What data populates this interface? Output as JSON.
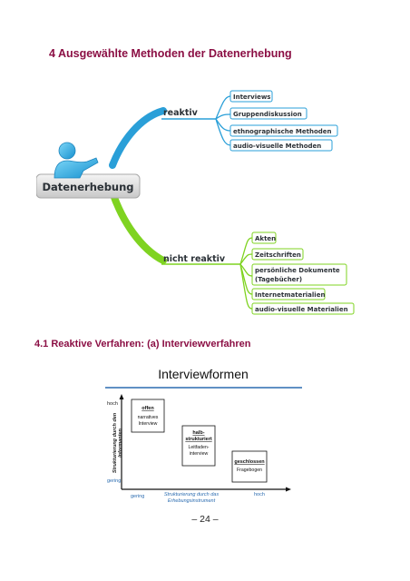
{
  "section_heading": "4 Ausgewählte Methoden der Datenerhebung",
  "mindmap": {
    "root": "Datenerhebung",
    "branches": [
      {
        "label": "reaktiv",
        "color": "#2a9fd8",
        "items": [
          "Interviews",
          "Gruppendiskussion",
          "ethnographische Methoden",
          "audio-visuelle Methoden"
        ]
      },
      {
        "label": "nicht reaktiv",
        "color": "#7fd321",
        "items": [
          "Akten",
          "Zeitschriften",
          "persönliche Dokumente",
          "(Tagebücher)",
          "Internetmaterialien",
          "audio-visuelle Materialien"
        ]
      }
    ]
  },
  "subsection_heading": "4.1 Reaktive Verfahren: (a) Interviewverfahren",
  "interview_chart": {
    "title": "Interviewformen",
    "y_axis_label_line1": "Strukturierung durch den",
    "y_axis_label_line2": "Informanten",
    "y_high": "hoch",
    "y_low": "gering",
    "x_low": "gering",
    "x_axis_label_line1": "Strukturierung durch das",
    "x_axis_label_line2": "Erhebungsinstrument",
    "x_high": "hoch",
    "boxes": [
      {
        "title": "offen",
        "lines": [
          "narratives",
          "Interview"
        ]
      },
      {
        "title_line1": "halb-",
        "title_line2": "strukturiert",
        "lines": [
          "Leitfaden-",
          "interview"
        ]
      },
      {
        "title": "geschlossen",
        "lines": [
          "Fragebogen"
        ]
      }
    ]
  },
  "page_number": "– 24 –",
  "colors": {
    "heading": "#8b0f44",
    "reaktiv": "#2a9fd8",
    "nicht_reaktiv": "#7fd321",
    "figure_blue": "#2b6cb0"
  }
}
